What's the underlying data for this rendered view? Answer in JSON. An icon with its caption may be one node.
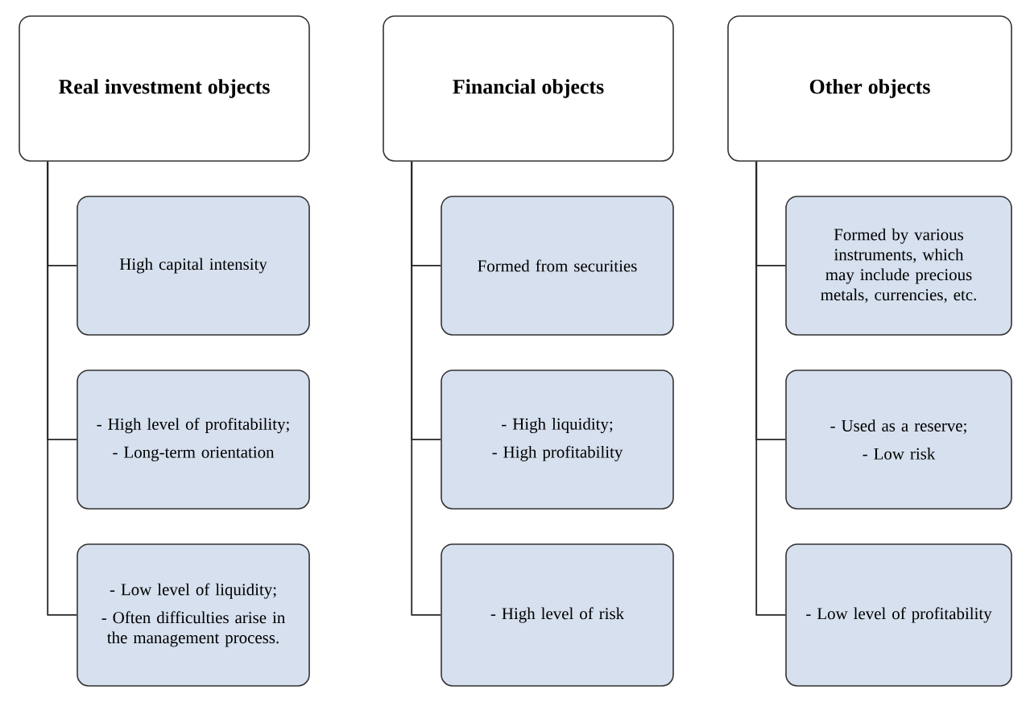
{
  "diagram": {
    "nodes": [
      {
        "text": [
          "Real investment objects"
        ]
      },
      {
        "text": [
          "High capital intensity"
        ]
      },
      {
        "text": [
          "- High level of profitability;",
          "- Long-term orientation"
        ]
      },
      {
        "text": [
          "- Low level of liquidity;",
          "- Often difficulties arise in the management process."
        ]
      },
      {
        "text": [
          "Financial objects"
        ]
      },
      {
        "text": [
          "Formed from securities"
        ]
      },
      {
        "text": [
          "- High liquidity;",
          "- High profitability"
        ]
      },
      {
        "text": [
          "- High level of risk"
        ]
      },
      {
        "text": [
          "Other objects"
        ]
      },
      {
        "text": [
          "Formed by various instruments, which may include precious metals, currencies, etc."
        ]
      },
      {
        "text": [
          "- Used as a reserve;",
          "- Low risk"
        ]
      },
      {
        "text": [
          "- Low level of profitability"
        ]
      }
    ],
    "edges": [
      {
        "from": 0,
        "to": 1,
        "arrow": "none"
      },
      {
        "from": 0,
        "to": 2,
        "arrow": "none"
      },
      {
        "from": 0,
        "to": 3,
        "arrow": "none"
      },
      {
        "from": 4,
        "to": 5,
        "arrow": "none"
      },
      {
        "from": 4,
        "to": 6,
        "arrow": "none"
      },
      {
        "from": 4,
        "to": 7,
        "arrow": "none"
      },
      {
        "from": 8,
        "to": 9,
        "arrow": "none"
      },
      {
        "from": 8,
        "to": 10,
        "arrow": "none"
      },
      {
        "from": 8,
        "to": 11,
        "arrow": "none"
      }
    ]
  }
}
